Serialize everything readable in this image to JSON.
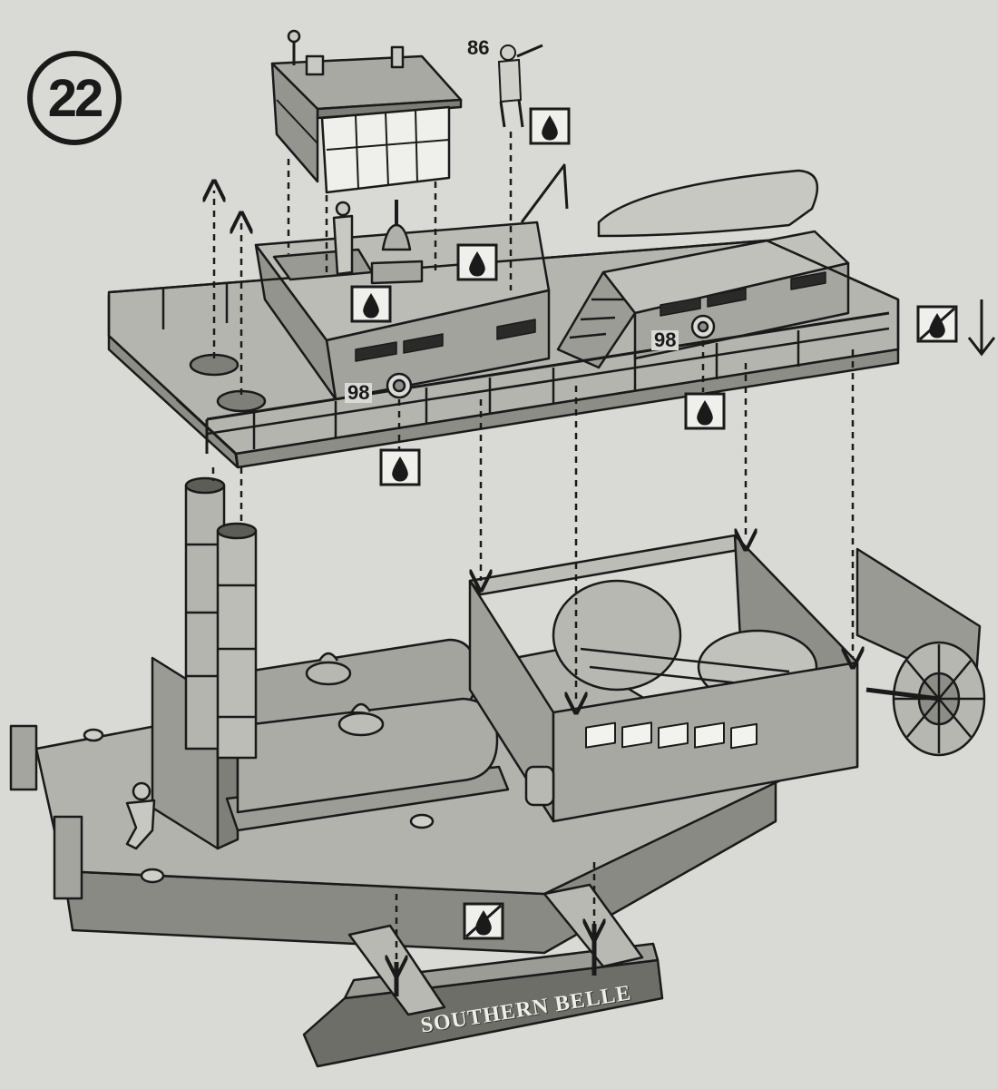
{
  "step_number": "22",
  "labels": {
    "figure_part": "86",
    "lifebuoy_left": "98",
    "lifebuoy_right": "98"
  },
  "stand_text": "SOUTHERN BELLE",
  "icons": {
    "glue": "glue-drop-icon",
    "no_glue": "no-glue-icon",
    "arrow": "arrow-icon"
  },
  "colors": {
    "background": "#d9d9d6",
    "ink": "#1a1a1a",
    "model_fill": "#a9a9a4",
    "model_light": "#c4c4bf",
    "model_dark": "#7c7c77"
  }
}
